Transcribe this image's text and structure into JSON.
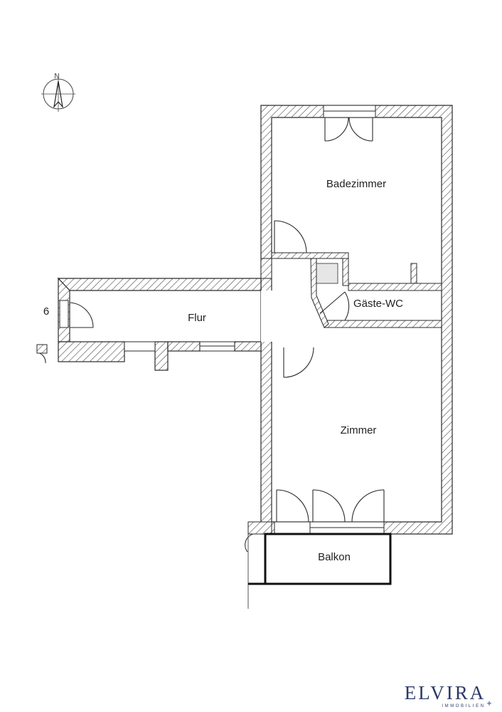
{
  "rooms": {
    "badezimmer": "Badezimmer",
    "gaeste_wc": "Gäste-WC",
    "flur": "Flur",
    "zimmer": "Zimmer",
    "balkon": "Balkon"
  },
  "side_number": "6",
  "compass": {
    "north_label": "N"
  },
  "logo": {
    "name": "ELVIRA",
    "tagline": "IMMOBILIEN",
    "color": "#2b3a67",
    "accent_color": "#6a8fc4"
  },
  "colors": {
    "wall_stroke": "#2a2a2a",
    "hatch": "#555555",
    "text": "#222222",
    "background": "#ffffff"
  }
}
